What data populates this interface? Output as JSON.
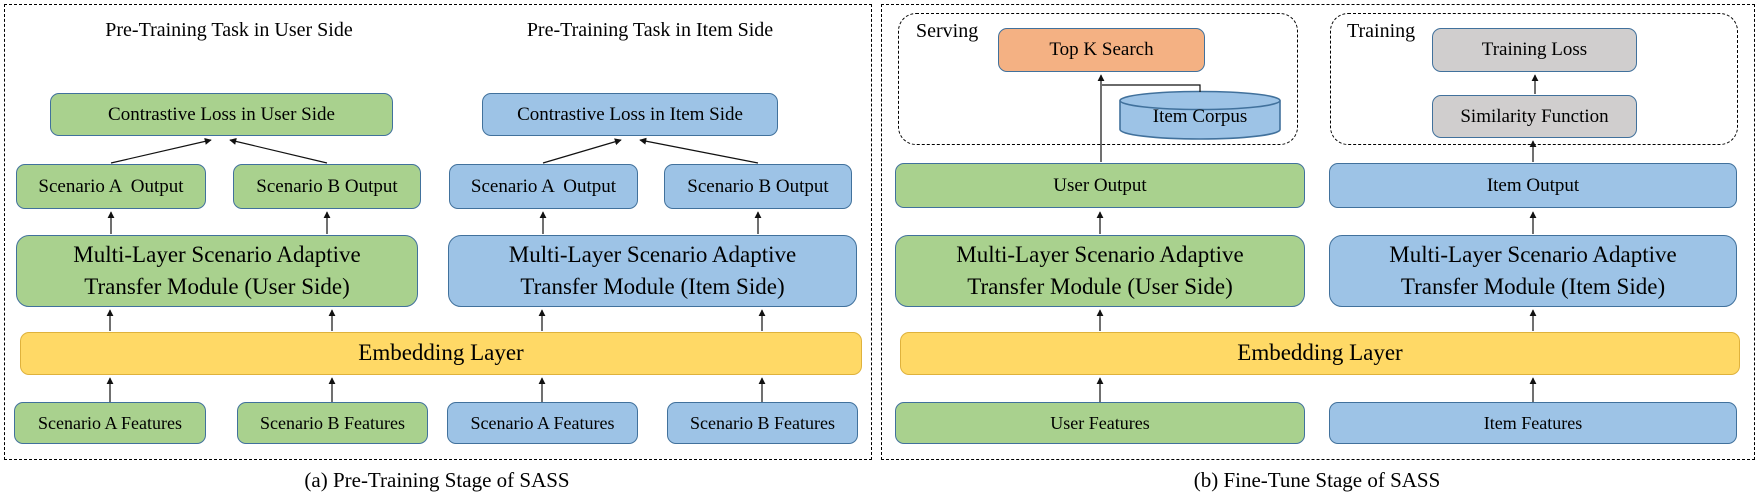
{
  "panel_a": {
    "caption": "(a) Pre-Training Stage of SASS",
    "user_title": "Pre-Training Task in User Side",
    "item_title": "Pre-Training Task in Item Side",
    "embedding": "Embedding Layer",
    "user": {
      "contrastive": "Contrastive Loss in User Side",
      "output_a": "Scenario A  Output",
      "output_b": "Scenario B Output",
      "module": "Multi-Layer Scenario Adaptive\nTransfer Module (User Side)",
      "feature_a": "Scenario A Features",
      "feature_b": "Scenario B Features"
    },
    "item": {
      "contrastive": "Contrastive Loss in Item Side",
      "output_a": "Scenario A  Output",
      "output_b": "Scenario B Output",
      "module": "Multi-Layer Scenario Adaptive\nTransfer Module (Item Side)",
      "feature_a": "Scenario A Features",
      "feature_b": "Scenario B Features"
    }
  },
  "panel_b": {
    "caption": "(b) Fine-Tune Stage of SASS",
    "serving_label": "Serving",
    "training_label": "Training",
    "top_k_search": "Top K Search",
    "item_corpus": "Item Corpus",
    "training_loss": "Training Loss",
    "similarity_function": "Similarity Function",
    "user_output": "User Output",
    "item_output": "Item Output",
    "user_module": "Multi-Layer Scenario Adaptive\nTransfer Module (User Side)",
    "item_module": "Multi-Layer Scenario Adaptive\nTransfer Module (Item Side)",
    "embedding": "Embedding Layer",
    "user_features": "User Features",
    "item_features": "Item Features"
  },
  "colors": {
    "user_side_fill": "#a9d18e",
    "item_side_fill": "#9dc3e6",
    "embedding_fill": "#ffd966",
    "top_k_fill": "#f4b183",
    "training_fill": "#d0cece",
    "box_border": "#41719c",
    "line_color": "#111111"
  }
}
